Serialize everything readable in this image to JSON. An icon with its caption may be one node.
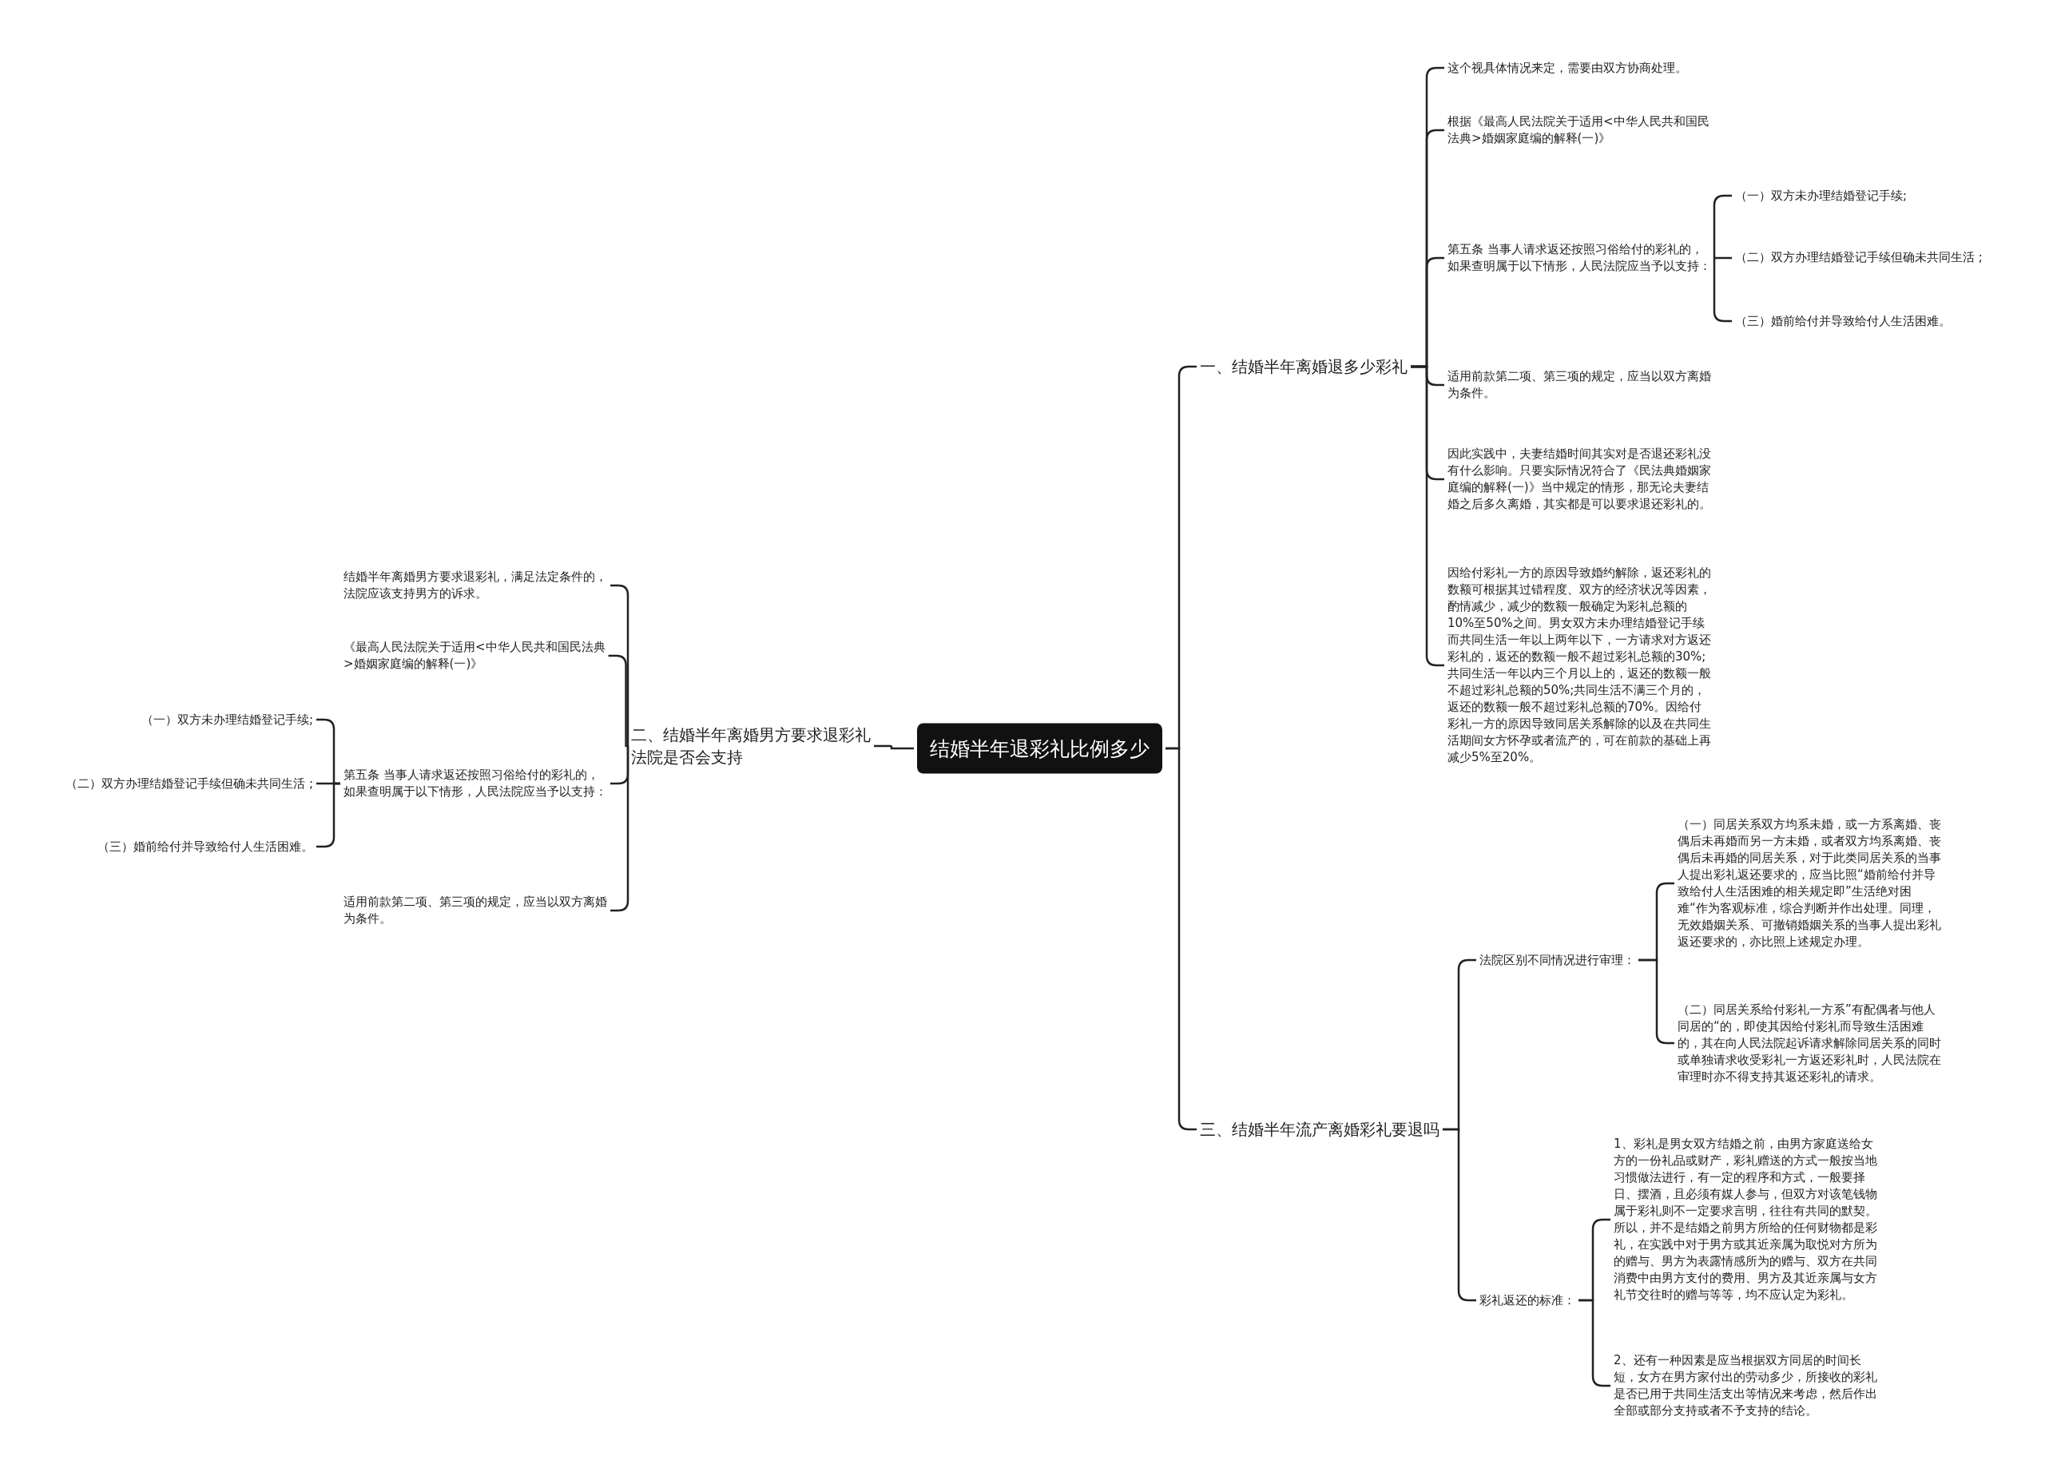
{
  "diagram": {
    "nodes": [
      {
        "text": [
          "结婚半年退彩礼比例多少"
        ]
      },
      {
        "text": [
          "一、结婚半年离婚退多少彩礼"
        ]
      },
      {
        "text": [
          "这个视具体情况来定，需要由双方协商处理。"
        ]
      },
      {
        "text": [
          "根据《最高人民法院关于适用<中华人民共和国民法典>婚姻家庭编的解释(一)》"
        ]
      },
      {
        "text": [
          "第五条 当事人请求返还按照习俗给付的彩礼的，如果查明属于以下情形，人民法院应当予以支持："
        ]
      },
      {
        "text": [
          "（一）双方未办理结婚登记手续;"
        ]
      },
      {
        "text": [
          "（二）双方办理结婚登记手续但确未共同生活 ;"
        ]
      },
      {
        "text": [
          "（三）婚前给付并导致给付人生活困难。"
        ]
      },
      {
        "text": [
          "适用前款第二项、第三项的规定，应当以双方离婚为条件。"
        ]
      },
      {
        "text": [
          "因此实践中，夫妻结婚时间其实对是否退还彩礼没有什么影响。只要实际情况符合了《民法典婚姻家庭编的解释(一)》当中规定的情形，那无论夫妻结婚之后多久离婚，其实都是可以要求退还彩礼的。"
        ]
      },
      {
        "text": [
          "因给付彩礼一方的原因导致婚约解除，返还彩礼的数额可根据其过错程度、双方的经济状况等因素，酌情减少，减少的数额一般确定为彩礼总额的10%至50%之间。男女双方未办理结婚登记手续而共同生活一年以上两年以下，一方请求对方返还彩礼的，返还的数额一般不超过彩礼总额的30%;共同生活一年以内三个月以上的，返还的数额一般不超过彩礼总额的50%;共同生活不满三个月的，返还的数额一般不超过彩礼总额的70%。因给付彩礼一方的原因导致同居关系解除的以及在共同生活期间女方怀孕或者流产的，可在前款的基础上再减少5%至20%。"
        ]
      },
      {
        "text": [
          "三、结婚半年流产离婚彩礼要退吗"
        ]
      },
      {
        "text": [
          "法院区别不同情况进行审理："
        ]
      },
      {
        "text": [
          "（一）同居关系双方均系未婚，或一方系离婚、丧偶后未再婚而另一方未婚，或者双方均系离婚、丧偶后未再婚的同居关系，对于此类同居关系的当事人提出彩礼返还要求的，应当比照“婚前给付并导致给付人生活困难的相关规定即”生活绝对困难“作为客观标准，综合判断并作出处理。同理，无效婚姻关系、可撤销婚姻关系的当事人提出彩礼返还要求的，亦比照上述规定办理。"
        ]
      },
      {
        "text": [
          "（二）同居关系给付彩礼一方系”有配偶者与他人同居的“的，即使其因给付彩礼而导致生活困难的，其在向人民法院起诉请求解除同居关系的同时或单独请求收受彩礼一方返还彩礼时，人民法院在审理时亦不得支持其返还彩礼的请求。"
        ]
      },
      {
        "text": [
          "彩礼返还的标准："
        ]
      },
      {
        "text": [
          "1、彩礼是男女双方结婚之前，由男方家庭送给女方的一份礼品或财产，彩礼赠送的方式一般按当地习惯做法进行，有一定的程序和方式，一般要择日、摆酒，且必须有媒人参与，但双方对该笔钱物属于彩礼则不一定要求言明，往往有共同的默契。所以，并不是结婚之前男方所给的任何财物都是彩礼，在实践中对于男方或其近亲属为取悦对方所为的赠与、男方为表露情感所为的赠与、双方在共同消费中由男方支付的费用、男方及其近亲属与女方礼节交往时的赠与等等，均不应认定为彩礼。"
        ]
      },
      {
        "text": [
          "2、还有一种因素是应当根据双方同居的时间长短，女方在男方家付出的劳动多少，所接收的彩礼是否已用于共同生活支出等情况来考虑，然后作出全部或部分支持或者不予支持的结论。"
        ]
      },
      {
        "text": [
          "二、结婚半年离婚男方要求退彩礼法院是否会支持"
        ]
      },
      {
        "text": [
          "结婚半年离婚男方要求退彩礼，满足法定条件的，法院应该支持男方的诉求。"
        ]
      },
      {
        "text": [
          "《最高人民法院关于适用<中华人民共和国民法典>婚姻家庭编的解释(一)》"
        ]
      },
      {
        "text": [
          "第五条 当事人请求返还按照习俗给付的彩礼的，如果查明属于以下情形，人民法院应当予以支持："
        ]
      },
      {
        "text": [
          "（一）双方未办理结婚登记手续;"
        ]
      },
      {
        "text": [
          "（二）双方办理结婚登记手续但确未共同生活 ;"
        ]
      },
      {
        "text": [
          "（三）婚前给付并导致给付人生活困难。"
        ]
      },
      {
        "text": [
          "适用前款第二项、第三项的规定，应当以双方离婚为条件。"
        ]
      }
    ],
    "edges": [
      {
        "from": 0,
        "to": 1,
        "arrow": "none"
      },
      {
        "from": 0,
        "to": 11,
        "arrow": "none"
      },
      {
        "from": 0,
        "to": 18,
        "arrow": "none"
      },
      {
        "from": 1,
        "to": 2,
        "arrow": "none"
      },
      {
        "from": 1,
        "to": 3,
        "arrow": "none"
      },
      {
        "from": 1,
        "to": 4,
        "arrow": "none"
      },
      {
        "from": 4,
        "to": 5,
        "arrow": "none"
      },
      {
        "from": 4,
        "to": 6,
        "arrow": "none"
      },
      {
        "from": 4,
        "to": 7,
        "arrow": "none"
      },
      {
        "from": 1,
        "to": 8,
        "arrow": "none"
      },
      {
        "from": 1,
        "to": 9,
        "arrow": "none"
      },
      {
        "from": 1,
        "to": 10,
        "arrow": "none"
      },
      {
        "from": 11,
        "to": 12,
        "arrow": "none"
      },
      {
        "from": 12,
        "to": 13,
        "arrow": "none"
      },
      {
        "from": 12,
        "to": 14,
        "arrow": "none"
      },
      {
        "from": 11,
        "to": 15,
        "arrow": "none"
      },
      {
        "from": 15,
        "to": 16,
        "arrow": "none"
      },
      {
        "from": 15,
        "to": 17,
        "arrow": "none"
      },
      {
        "from": 18,
        "to": 19,
        "arrow": "none"
      },
      {
        "from": 18,
        "to": 20,
        "arrow": "none"
      },
      {
        "from": 18,
        "to": 21,
        "arrow": "none"
      },
      {
        "from": 21,
        "to": 22,
        "arrow": "none"
      },
      {
        "from": 21,
        "to": 23,
        "arrow": "none"
      },
      {
        "from": 21,
        "to": 24,
        "arrow": "none"
      },
      {
        "from": 18,
        "to": 25,
        "arrow": "none"
      }
    ]
  }
}
